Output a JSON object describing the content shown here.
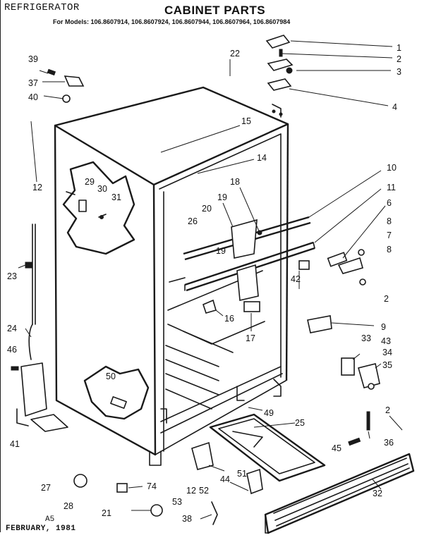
{
  "header": {
    "category": "REFRIGERATOR",
    "title": "CABINET PARTS",
    "models": "For Models: 106.8607914, 106.8607924, 106.8607944, 106.8607964, 106.8607984"
  },
  "footer": {
    "code": "A5",
    "date": "FEBRUARY, 1981"
  },
  "callouts": [
    "1",
    "2",
    "3",
    "4",
    "22",
    "39",
    "37",
    "40",
    "15",
    "14",
    "10",
    "11",
    "12",
    "29",
    "30",
    "31",
    "18",
    "19",
    "20",
    "26",
    "19",
    "6",
    "8",
    "7",
    "8",
    "2",
    "23",
    "42",
    "16",
    "17",
    "9",
    "24",
    "46",
    "33",
    "43",
    "34",
    "35",
    "50",
    "49",
    "25",
    "2",
    "41",
    "36",
    "45",
    "27",
    "51",
    "12",
    "52",
    "44",
    "74",
    "28",
    "21",
    "53",
    "38",
    "32"
  ]
}
